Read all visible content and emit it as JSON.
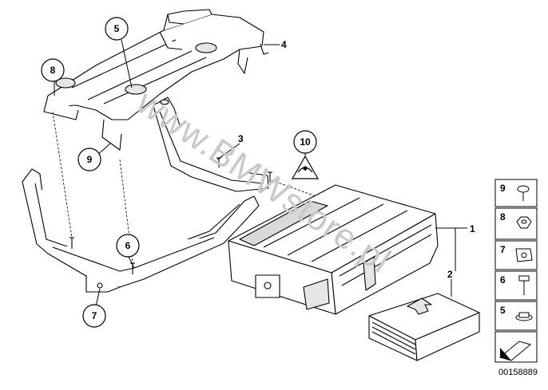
{
  "watermark": "www.BMWstore.pl",
  "callouts": {
    "c1": "1",
    "c2": "2",
    "c3": "3",
    "c4": "4",
    "c5": "5",
    "c6": "6",
    "c7": "7",
    "c8": "8",
    "c9": "9",
    "c10": "10"
  },
  "side_legend": [
    "9",
    "8",
    "7",
    "6",
    "5"
  ],
  "document_id": "00158889",
  "colors": {
    "line": "#000000",
    "watermark": "#c9c9c9",
    "fill": "#ffffff",
    "shade": "#e6e6e6"
  }
}
